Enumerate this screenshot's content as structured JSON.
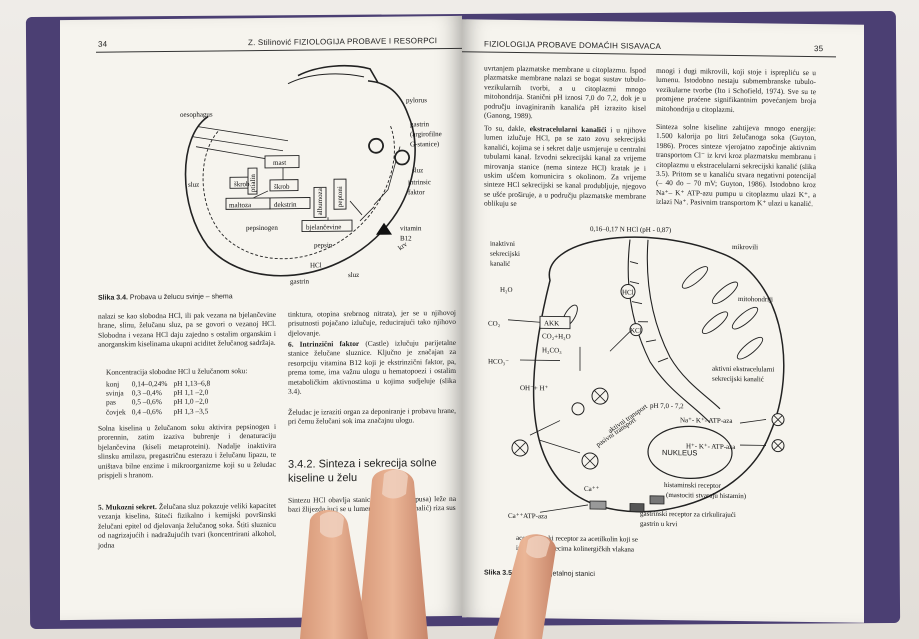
{
  "left_page": {
    "page_number": "34",
    "running_head": "Z. Stilinović FIZIOLOGIJA PROBAVE I RESORPCI",
    "figure": {
      "labels": {
        "oesophagus": "oesophagus",
        "pylorus": "pylorus",
        "gastrin": "gastrin",
        "argirofilne": "(argirofilne",
        "g_stanice": "G-stanice)",
        "sluz1": "sluz",
        "sluz2": "sluz",
        "sluz3": "sluz",
        "mast": "mast",
        "skrob1": "škrob",
        "skrob2": "škrob",
        "maltoza": "maltoza",
        "dekstrin": "dekstrin",
        "albumoza": "albumoza",
        "peptoni": "peptoni",
        "pepsinogen": "pepsinogen",
        "bjelancevine": "bjelančevine",
        "pepsin": "pepsin",
        "hcl": "HCl",
        "gastrin_bottom": "gastrin",
        "krv": "krv",
        "intrinsic": "intrinsic",
        "faktor": "faktor",
        "vitamin": "vitamin",
        "b12": "B12",
        "ptialin": "ptialin"
      },
      "caption_label": "Slika 3.4.",
      "caption_text": "Probava u želucu svinje – shema"
    },
    "col1": {
      "p1": "nalazi se kao slobodna HCl, ili pak vezana na bjelančevine hrane, slinu, želučanu sluz, pa se govori o vezanoj HCl. Slobodna i vezana HCl daju zajedno s ostalim organskim i anorganskim kiselinama ukupni aciditet želučanog sadržaja.",
      "p2": "Koncentracija slobodne HCl u želučanom soku:",
      "table": [
        [
          "konj",
          "0,14–0,24%",
          "pH 1,13–6,8"
        ],
        [
          "svinja",
          "0,3 –0,4%",
          "pH 1,1 –2,0"
        ],
        [
          "pas",
          "0,5 –0,6%",
          "pH 1,0 –2,0"
        ],
        [
          "čovjek",
          "0,4 –0,6%",
          "pH 1,3 –3,5"
        ]
      ],
      "p3": "Solna kiselina u želučanom soku aktivira pepsinogen i prorennin, zatim izaziva bubrenje i denaturaciju bjelančevina (kiseli metaproteini). Nadalje inaktivira slinsku amilazu, pregastričnu esterazu i želučanu lipazu, te uništava bilne enzime i mikroorganizme koji su u želudac prispjeli s hranom.",
      "p4_bold": "5. Mukozni sekret.",
      "p4": "Želučana sluz pokazuje veliki kapacitet vezanja kiselina, štiteći fizikalno i kemijski površinski želučani epitel od djelovanja želučanog soka. Štiti sluznicu od nagrizajućih i nadražujućih tvari (koncentrirani alkohol, jodna"
    },
    "col2": {
      "p1": "tinktura, otopina srebrnog nitrata), jer se u njihovoj prisutnosti pojačano izlučuje, reducirajući tako njihovo djelovanje.",
      "p2_bold": "6. Intrinzični faktor",
      "p2": "(Castle) izlučuju parijetalne stanice želučane sluznice. Ključno je značajan za resorpciju vitamina B12 koji je ekstrinzični faktor, pa, prema tome, ima važnu ulogu u hematopoezi i ostalim metaboličkim aktivnostima u kojima sudjeluje (slika 3.4).",
      "p3": "Želudac je izraziti organ za deponiranje i probavu hrane, pri čemu želučani sok ima značajnu ulogu.",
      "section": "3.4.2. Sinteza i sekrecija solne kiseline u želu",
      "p4": "Sintezu HCl obavlja stanice fundusa (korpusa) leže na bazi žlijezda juci se u lumen. U stanica (kanalić) riza sus"
    }
  },
  "right_page": {
    "page_number": "35",
    "running_head": "FIZIOLOGIJA PROBAVE DOMAĆIH SISAVACA",
    "col1": {
      "p1": "uvrtanjem plazmatske membrane u citoplazmu. Ispod plazmatske membrane nalazi se bogat sustav tubulo-vezikularnih tvorbi, a u citoplazmi mnogo mitohondrija. Stanični pH iznosi 7,0 do 7,2, dok je u području invaginiranih kanalića pH izrazito kisel (Ganong, 1989).",
      "p2_pre": "To su, dakle,",
      "p2_bold": "ekstracelularni kanalići",
      "p2": "i u njihove lumen izlučuje HCl, pa se zato zovu sekrecijski kanalići, kojima se i sekret dalje usmjeruje u centralni tubularni kanal. Izvodni sekrecijski kanal za vrijeme mirovanja stanice (nema sinteze HCl) kratak je i uskim ušćem komunicira s okolinom. Za vrijeme sinteze HCl sekrecijski se kanal produbljuje, njegovo se ušće proširuje, a u području plazmatske membrane oblikuju se"
    },
    "col2": {
      "p1": "mnogi i dugi mikrovili, koji stoje i isprepliću se u lumenu. Istodobno nestaju submembranske tubulo-vezikularne tvorbe (Ito i Schofield, 1974). Sve su te promjene praćene signifikantnim povećanjem broja mitohondrija u citoplazmi.",
      "p2": "Sinteza solne kiseline zahtijeva mnogo energije: 1.500 kalorija po litri želučanoga soka (Guyton, 1986). Proces sinteze vjerojatno započinje aktivnim transportom Cl⁻ iz krvi kroz plazmatsku membranu i citoplazmu u ekstracelularni sekrecijski kanalić (slika 3.5). Pritom se u kanaliću stvara negativni potencijal (– 40 do – 70 mV; Guyton, 1986). Istodobno kroz Na⁺– K⁺ ATP-azu pumpu u citoplazmu ulazi K⁺, a izlazi Na⁺. Pasivnim transportom K⁺ ulazi u kanalić."
    },
    "figure": {
      "labels": {
        "top": "0,16–0,17 N HCl (pH - 0,87)",
        "mikrovili": "mikrovili",
        "inaktivni1": "inaktivni",
        "inaktivni2": "sekrecijski",
        "inaktivni3": "kanalić",
        "mitohondriji": "mitohondriji",
        "akk": "AKK",
        "aktivni1": "aktivni ekstracelularni",
        "aktivni2": "sekrecijski kanalić",
        "ph": "pH 7,0 - 7,2",
        "nukleus": "NUKLEUS",
        "na_k": "Na⁺- K⁺- ATP-aza",
        "h_k": "H⁺- K⁺- ATP-aza",
        "histamin1": "histaminski receptor",
        "histamin2": "(mastociti stvaraju histamin)",
        "gastrin1": "gastrinski receptor za cirkulirajući",
        "gastrin2": "gastrin u krvi",
        "acetil1": "acetilkolinski receptor za acetilkolin koji se",
        "acetil2": "izluču... završecima kolinergičkih vlakana",
        "ca_atp": "Ca⁺⁺ATP-aza",
        "ca": "Ca⁺⁺",
        "h2o": "H₂O",
        "co2": "CO₂",
        "h2co3": "H₂CO₃",
        "co2h2o": "CO₂+H₂O",
        "hco3": "HCO₃⁻",
        "oh": "OH⁻+ H⁺",
        "hcl": "HCl",
        "kcl": "KCl",
        "aktivni_transport": "aktivni transport",
        "pasivni_transport": "pasivni transport"
      },
      "caption_label": "Slika 3.5.",
      "caption_text": "Me... u parijetalnoj stanici"
    }
  },
  "colors": {
    "page": "#f6f4ee",
    "cover": "#4b3f73",
    "text": "#1e1e1e",
    "skin": "#e2a989"
  }
}
